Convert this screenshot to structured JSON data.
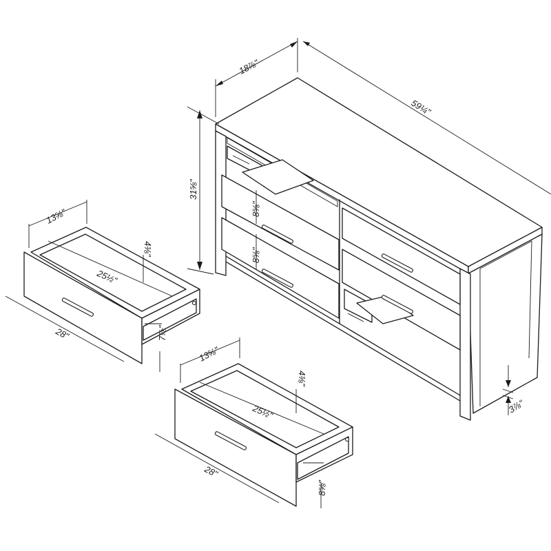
{
  "dresser": {
    "depth_label": "18⅞\"",
    "width_label": "59¼\"",
    "height_label": "31⅝\"",
    "leg_clearance_label": "3⅞\"",
    "drawer_height_top_label": "8⅝\"",
    "drawer_height_bottom_label": "8⅝\""
  },
  "drawer_left": {
    "depth_label": "13⅝\"",
    "inner_height_label": "4⅜\"",
    "inner_length_label": "25½\"",
    "outer_length_label": "28\"",
    "front_height_label": "7⅞\""
  },
  "drawer_right": {
    "depth_label": "13⅝\"",
    "inner_height_label": "4⅜\"",
    "inner_length_label": "25½\"",
    "outer_length_label": "28\"",
    "front_height_label": "8⅝\""
  }
}
